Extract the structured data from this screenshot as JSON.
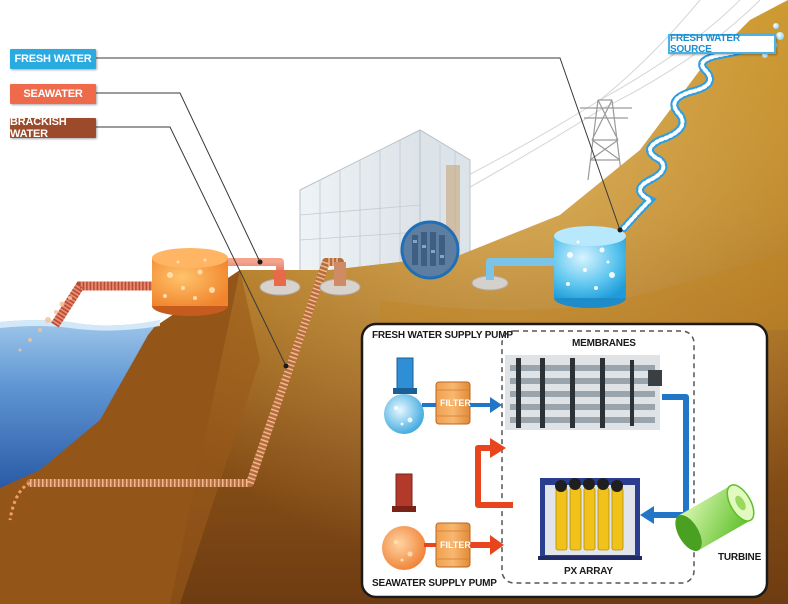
{
  "legend": {
    "fresh_water": "FRESH WATER",
    "seawater": "SEAWATER",
    "brackish_water": "BRACKISH WATER"
  },
  "source_label": "FRESH WATER SOURCE",
  "inset": {
    "fresh_pump_label": "FRESH WATER SUPPLY PUMP",
    "membranes_label": "MEMBRANES",
    "filter_label": "FILTER",
    "sea_pump_label": "SEAWATER SUPPLY PUMP",
    "px_label": "PX ARRAY",
    "turbine_label": "TURBINE"
  },
  "colors": {
    "fresh_water": "#29aae1",
    "seawater": "#ef6a4b",
    "brackish_water": "#9b4a2a",
    "flow_blue": "#2176c7",
    "flow_red": "#e8441e"
  }
}
